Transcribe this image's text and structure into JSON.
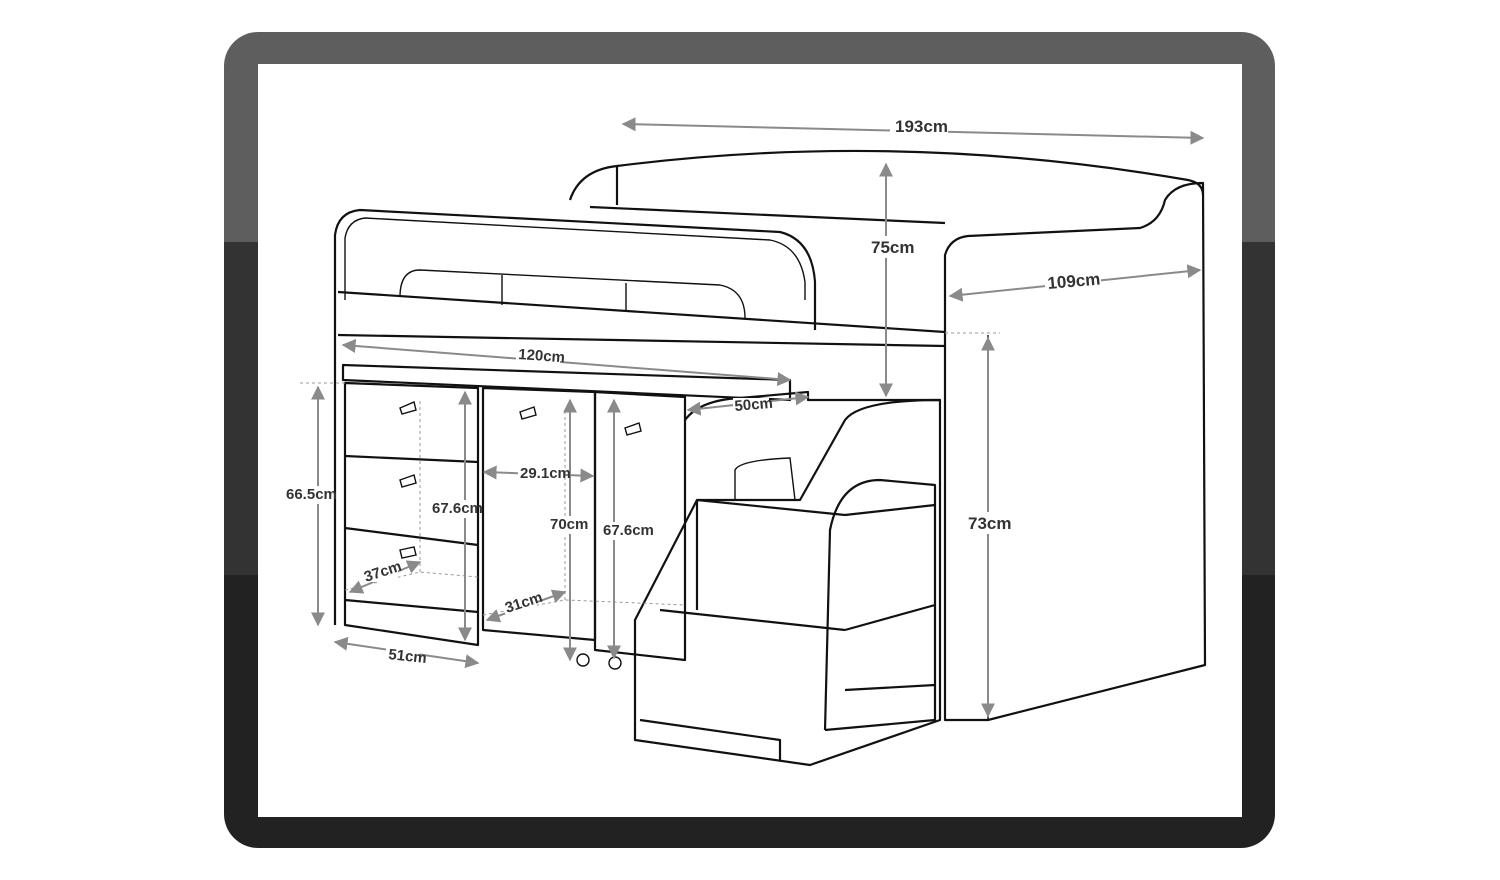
{
  "dimensions": {
    "overall_length": "193cm",
    "headboard_height": "75cm",
    "overall_depth": "109cm",
    "desk_length": "120cm",
    "desk_depth": "50cm",
    "cupboard_inner_width": "29.1cm",
    "drawer_unit_height": "66.5cm",
    "drawer_unit_inner_height": "67.6cm",
    "cupboard_height": "70cm",
    "cupboard_inner_height": "67.6cm",
    "underbed_height": "73cm",
    "drawer_depth": "37cm",
    "cupboard_depth": "31cm",
    "drawer_unit_width": "51cm"
  },
  "colors": {
    "frame_top": "#5e5e5e",
    "frame_mid": "#333333",
    "frame_bottom": "#222222",
    "dimension_lines": "#8a8a8a"
  }
}
